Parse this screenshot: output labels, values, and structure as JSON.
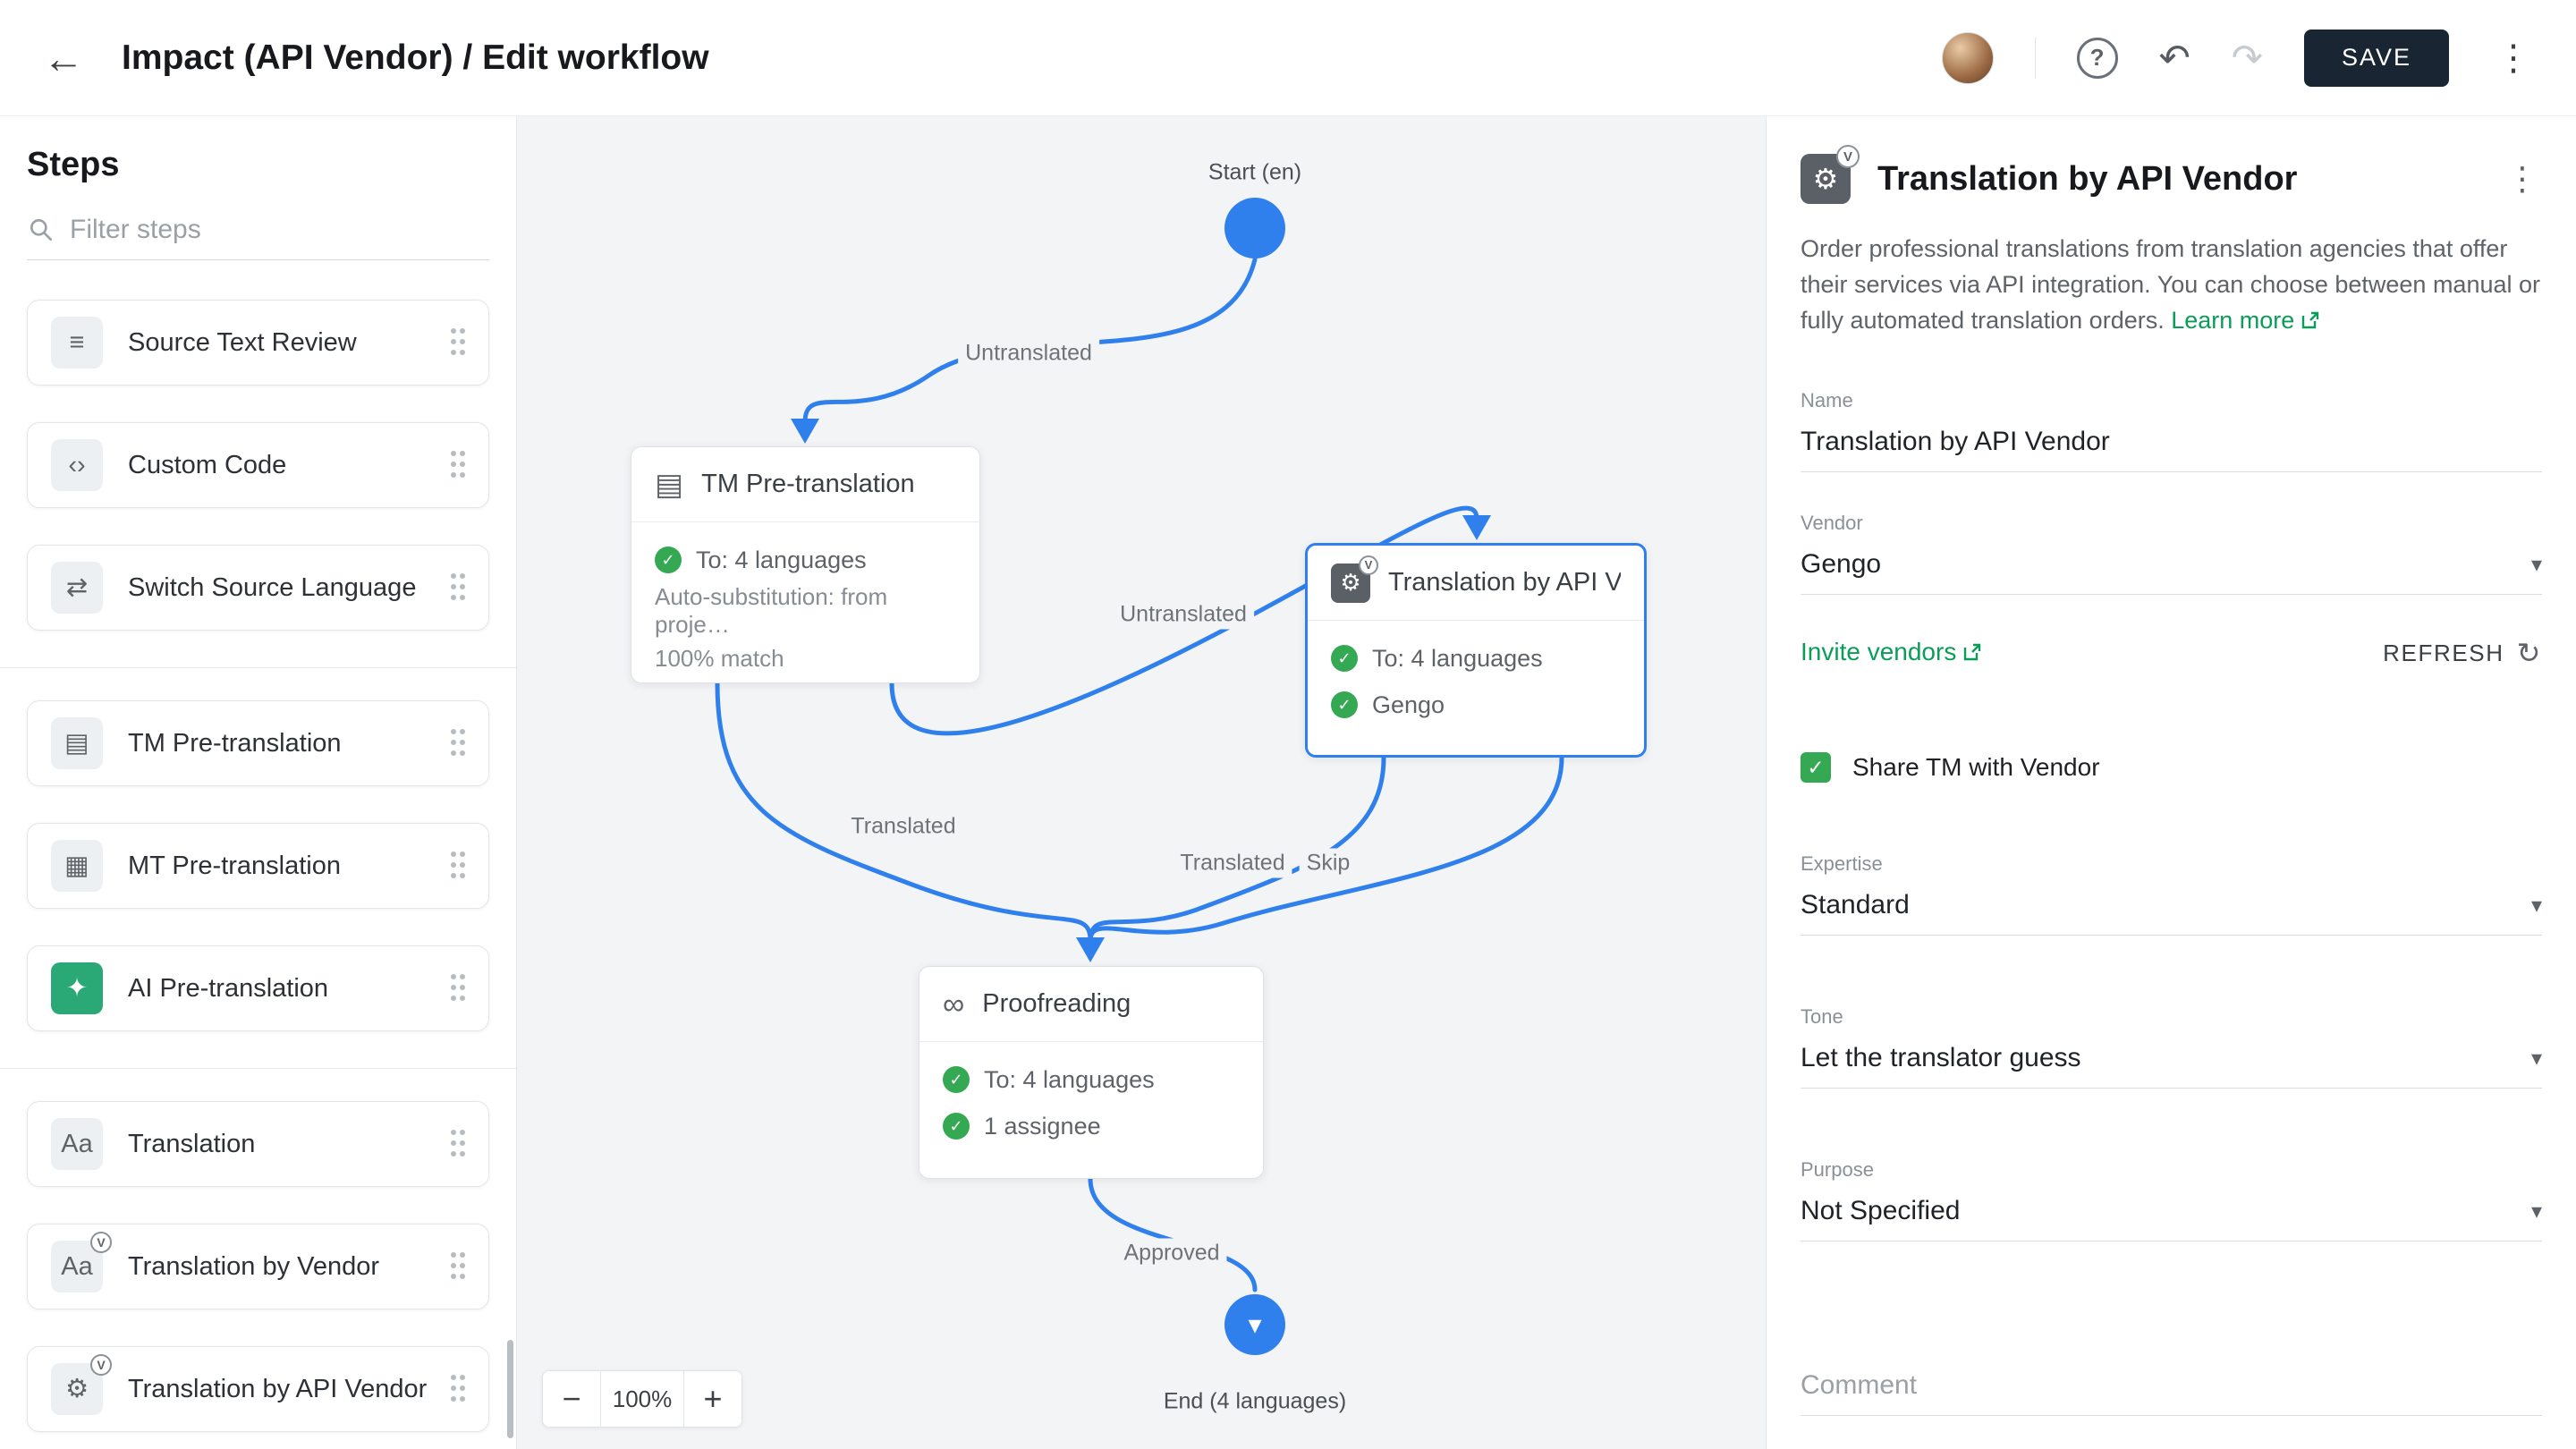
{
  "v_badge": "V",
  "icons": {
    "back": "←",
    "help": "?",
    "undo": "↶",
    "redo": "↷",
    "kebab": "⋮",
    "caret": "▾",
    "refresh": "↻",
    "check": "✓",
    "chevron_down": "▾"
  },
  "colors": {
    "accent_blue": "#2f80ed",
    "success_green": "#34a853",
    "link_green": "#0a9d58",
    "save_button_bg": "#1a2533",
    "canvas_bg": "#f3f4f6"
  },
  "header": {
    "title": "Impact (API Vendor) / Edit workflow",
    "save": "SAVE"
  },
  "sidebar": {
    "title": "Steps",
    "filter_placeholder": "Filter steps",
    "items": [
      {
        "label": "Source Text Review",
        "glyph": "≡"
      },
      {
        "label": "Custom Code",
        "glyph": "‹›"
      },
      {
        "label": "Switch Source Language",
        "glyph": "⇄"
      },
      {
        "label": "TM Pre-translation",
        "glyph": "▤"
      },
      {
        "label": "MT Pre-translation",
        "glyph": "▦"
      },
      {
        "label": "AI Pre-translation",
        "glyph": "✦"
      },
      {
        "label": "Translation",
        "glyph": "Aa"
      },
      {
        "label": "Translation by Vendor",
        "glyph": "Aa"
      },
      {
        "label": "Translation by API Vendor",
        "glyph": "⚙"
      }
    ]
  },
  "canvas": {
    "start_label": "Start (en)",
    "end_label": "End (4 languages)",
    "zoom": {
      "minus": "−",
      "value": "100%",
      "plus": "+"
    },
    "labels": {
      "untranslated1": "Untranslated",
      "untranslated2": "Untranslated",
      "translated1": "Translated",
      "translated2": "Translated",
      "skip": "Skip",
      "approved": "Approved"
    },
    "nodes": {
      "tm": {
        "glyph": "▤",
        "title": "TM Pre-translation",
        "row1": "To: 4 languages",
        "row2": "Auto-substitution: from proje…",
        "row3": "100% match"
      },
      "api": {
        "glyph": "⚙",
        "title": "Translation by API V…",
        "row1": "To: 4 languages",
        "row2": "Gengo"
      },
      "proof": {
        "glyph": "∞",
        "title": "Proofreading",
        "row1": "To: 4 languages",
        "row2": "1 assignee"
      }
    }
  },
  "panel": {
    "glyph": "⚙",
    "title": "Translation by API Vendor",
    "description": "Order professional translations from translation agencies that offer their services via API integration. You can choose between manual or fully automated translation orders.",
    "learn_more": "Learn more",
    "name_label": "Name",
    "name_value": "Translation by API Vendor",
    "vendor_label": "Vendor",
    "vendor_value": "Gengo",
    "invite_vendors": "Invite vendors",
    "refresh": "REFRESH",
    "share_tm": "Share TM with Vendor",
    "expertise_label": "Expertise",
    "expertise_value": "Standard",
    "tone_label": "Tone",
    "tone_value": "Let the translator guess",
    "purpose_label": "Purpose",
    "purpose_value": "Not Specified",
    "comment_placeholder": "Comment"
  }
}
